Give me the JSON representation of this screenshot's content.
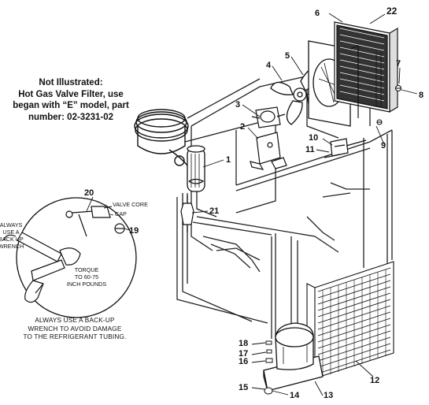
{
  "note": {
    "lines": [
      "Not Illustrated:",
      "Hot Gas Valve Filter, use",
      "began with “E” model, part",
      "number: 02-3231-02"
    ]
  },
  "warning": {
    "lines": [
      "ALWAYS USE A BACK-UP",
      "WRENCH TO AVOID DAMAGE",
      "TO THE REFRIGERANT TUBING."
    ]
  },
  "detail": {
    "backup_wrench_label": [
      "ALWAYS",
      "USE  A",
      "BACK UP",
      "WRENCH"
    ],
    "valve_core_label": "VALVE CORE",
    "cap_label": "CAP",
    "torque_label": [
      "TORQUE",
      "TO 60-75",
      "INCH POUNDS"
    ]
  },
  "callouts": {
    "c1": "1",
    "c2": "2",
    "c3": "3",
    "c4": "4",
    "c5": "5",
    "c6": "6",
    "c7": "7",
    "c8": "8",
    "c9": "9",
    "c10": "10",
    "c11": "11",
    "c12": "12",
    "c13": "13",
    "c14": "14",
    "c15": "15",
    "c16": "16",
    "c17": "17",
    "c18": "18",
    "c19": "19",
    "c20": "20",
    "c21": "21",
    "c22": "22"
  }
}
